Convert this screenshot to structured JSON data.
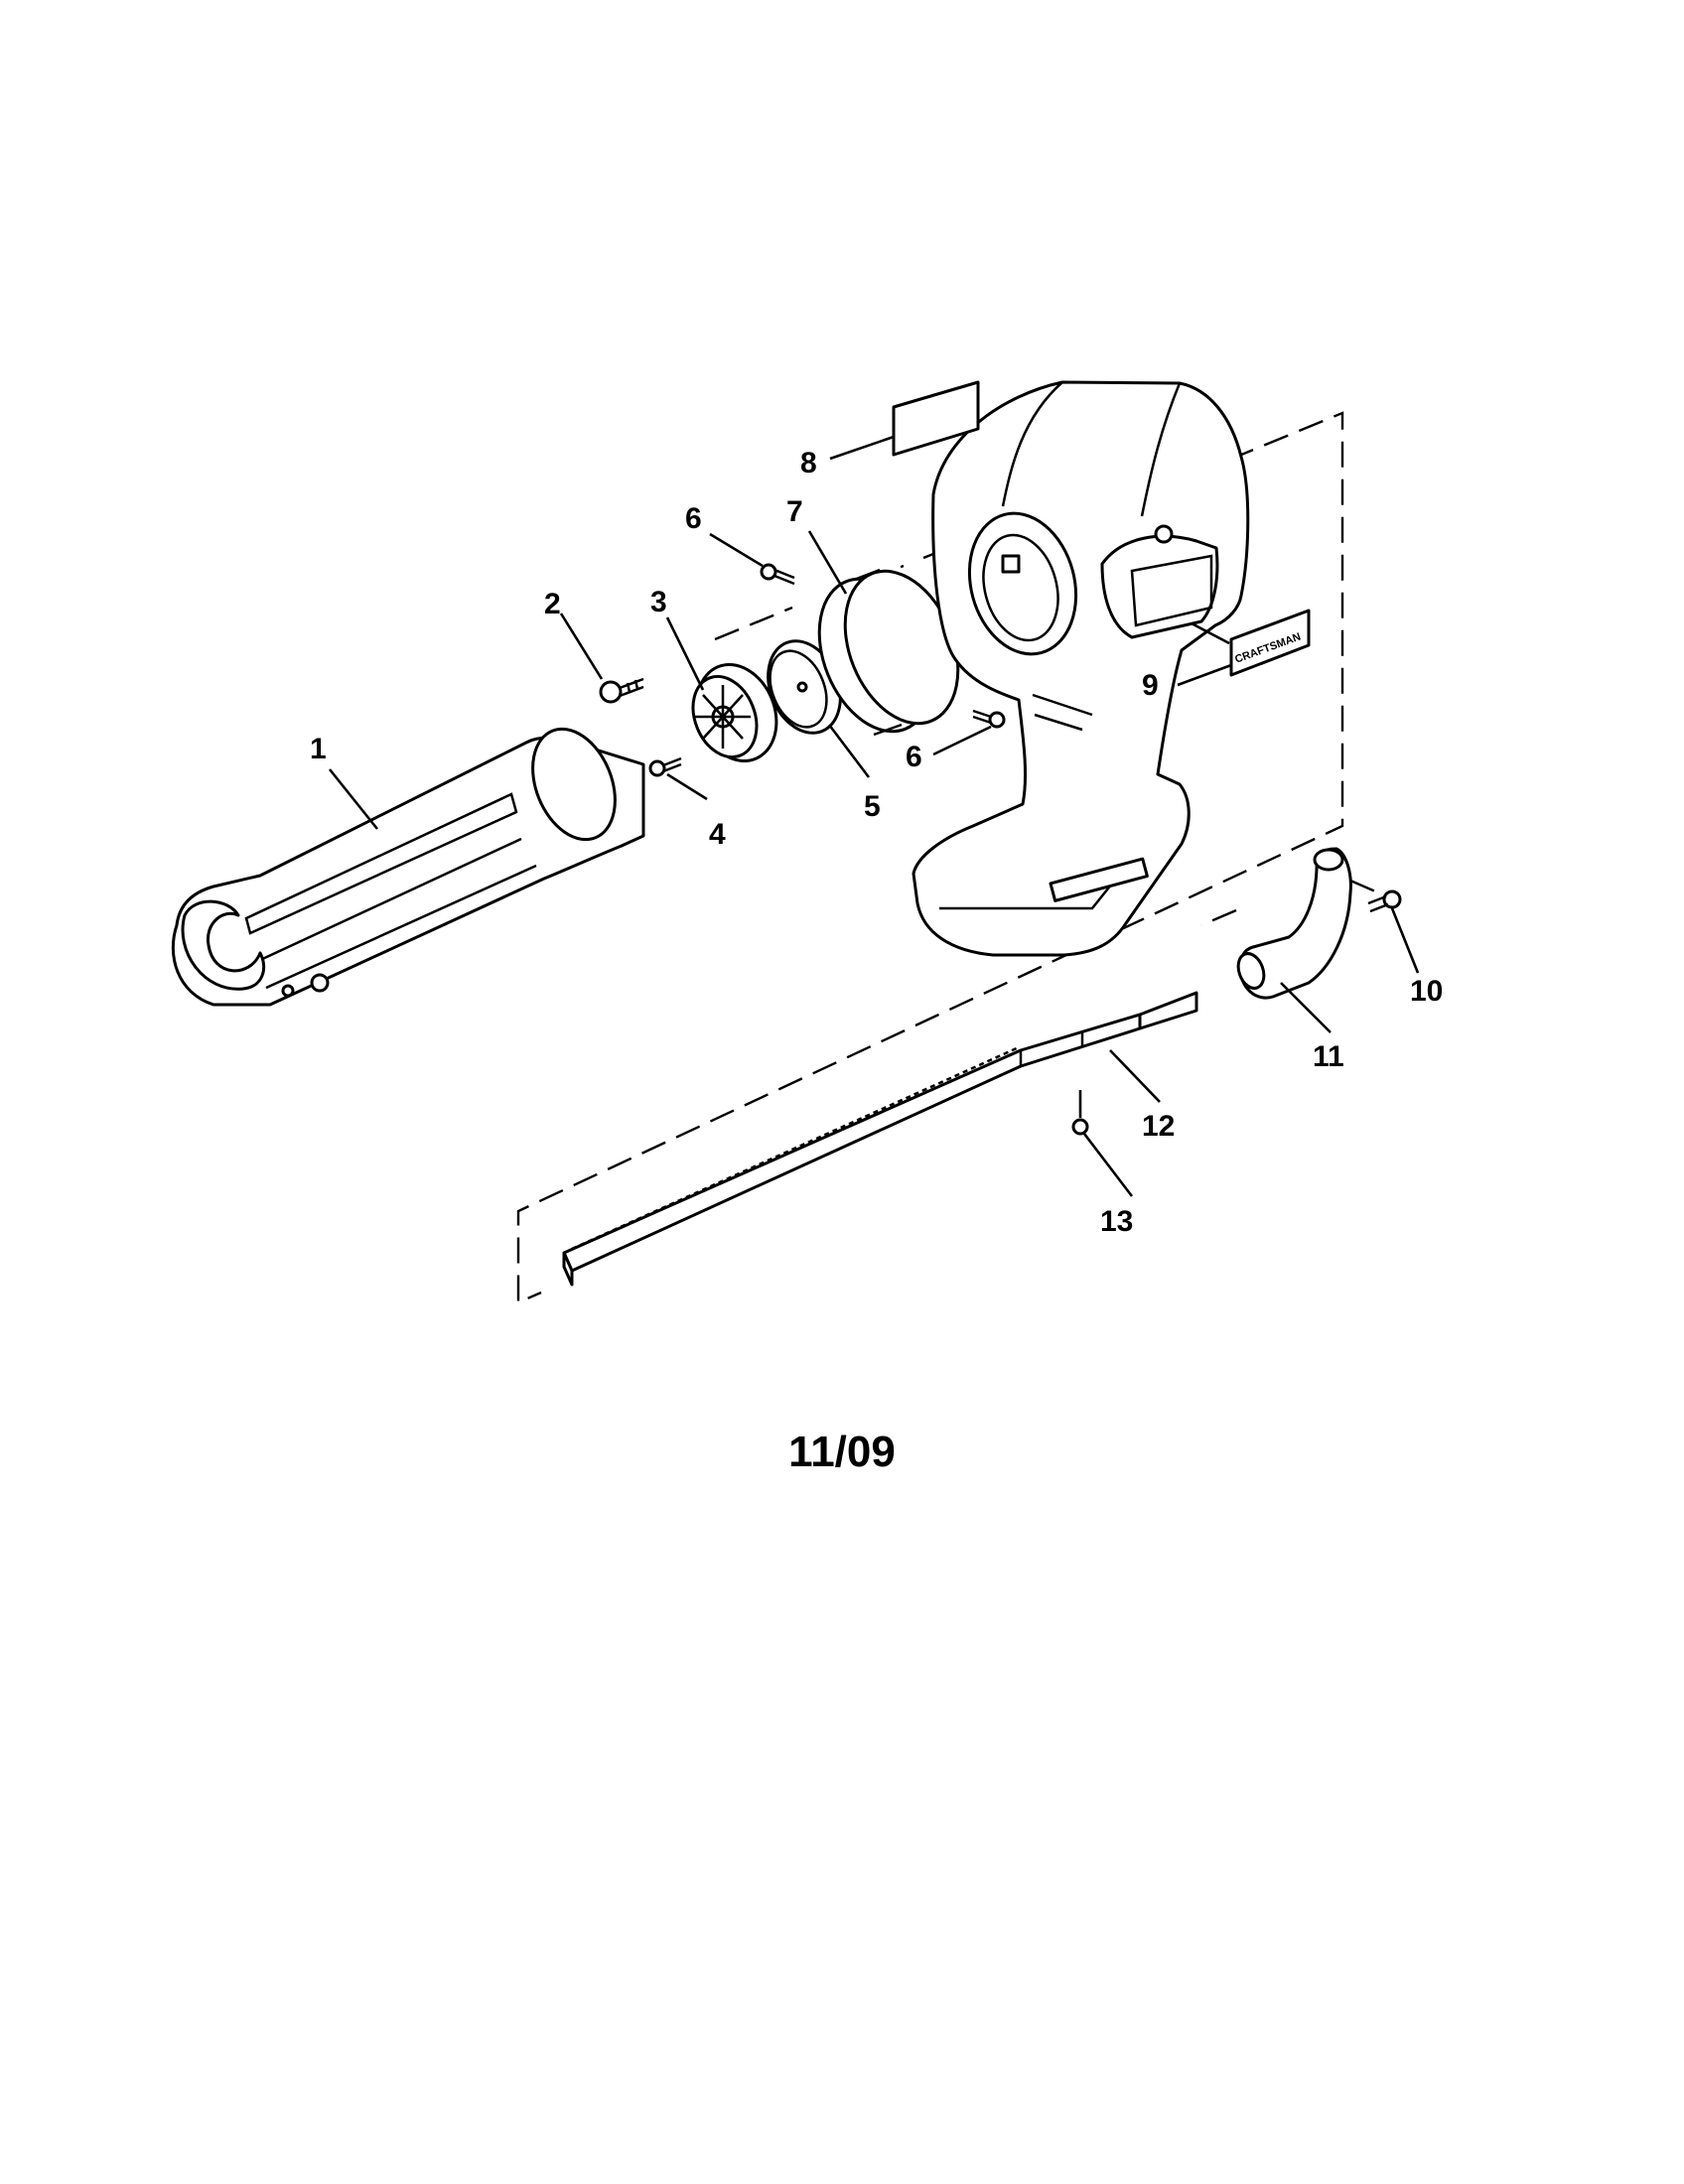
{
  "diagram": {
    "callouts": {
      "p1": "1",
      "p2": "2",
      "p3": "3",
      "p4": "4",
      "p5": "5",
      "p6a": "6",
      "p6b": "6",
      "p7": "7",
      "p8": "8",
      "p9": "9",
      "p10": "10",
      "p11": "11",
      "p12": "12",
      "p13": "13"
    },
    "brand_label": "CRAFTSMAN"
  },
  "date_code": "11/09"
}
